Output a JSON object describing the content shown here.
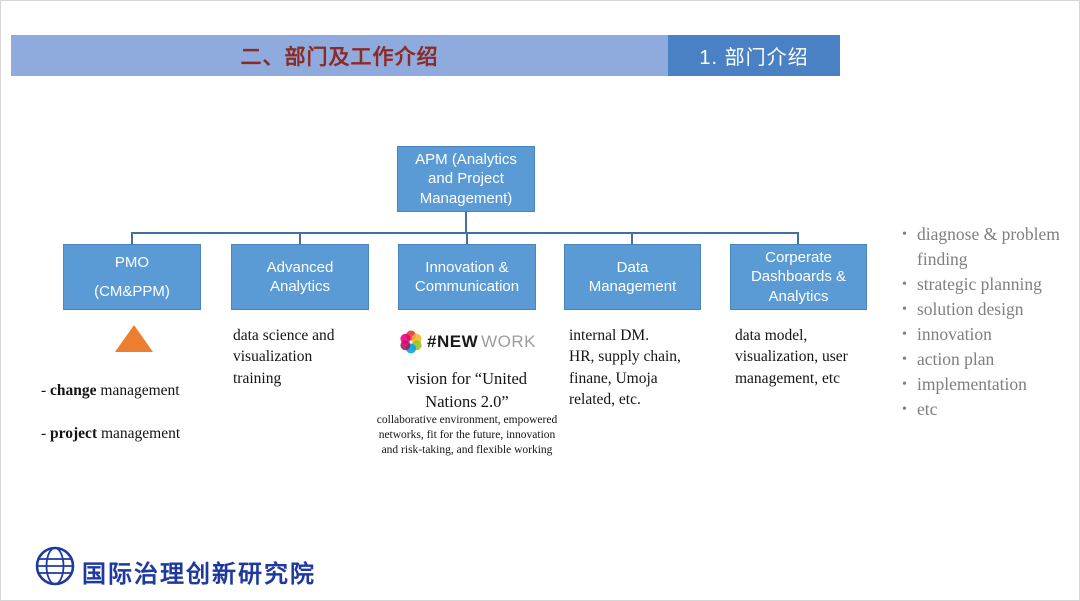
{
  "header": {
    "title": "二、部门及工作介绍",
    "badge": "1. 部门介绍"
  },
  "chart": {
    "root": "APM (Analytics\nand Project\nManagement)",
    "nodes": [
      {
        "line1": "PMO",
        "line2": "(CM&PPM)",
        "notes": [
          {
            "prefix": "- ",
            "bold": "change",
            "rest": " management"
          },
          {
            "prefix": "- ",
            "bold": "project",
            "rest": " management"
          }
        ]
      },
      {
        "title": "Advanced\nAnalytics",
        "desc": "data science and\nvisualization\ntraining"
      },
      {
        "title": "Innovation &\nCommunication",
        "logo_new": "#NEW",
        "logo_work": "WORK",
        "desc": "vision for “United\nNations 2.0”",
        "subdesc": "collaborative environment, empowered\nnetworks, fit for the future, innovation\nand risk-taking, and flexible working"
      },
      {
        "title": "Data\nManagement",
        "desc": "internal DM.\nHR, supply chain,\nfinane, Umoja\nrelated, etc."
      },
      {
        "title": "Corperate\nDashboards &\nAnalytics",
        "desc": "data model,\nvisualization, user\nmanagement, etc"
      }
    ]
  },
  "bullets": [
    "diagnose & problem finding",
    "strategic planning",
    "solution design",
    "innovation",
    "action plan",
    "implementation",
    "etc"
  ],
  "footer": {
    "org_name": "国际治理创新研究院"
  },
  "colors": {
    "header_bar": "#8FAADC",
    "header_badge": "#4A81C4",
    "node_blue": "#5B9BD5",
    "connector": "#41719C",
    "triangle_orange": "#ED7D31",
    "title_red": "#8C2B26",
    "bullet_gray": "#7F7F7F",
    "footer_blue": "#1E3A9F"
  }
}
